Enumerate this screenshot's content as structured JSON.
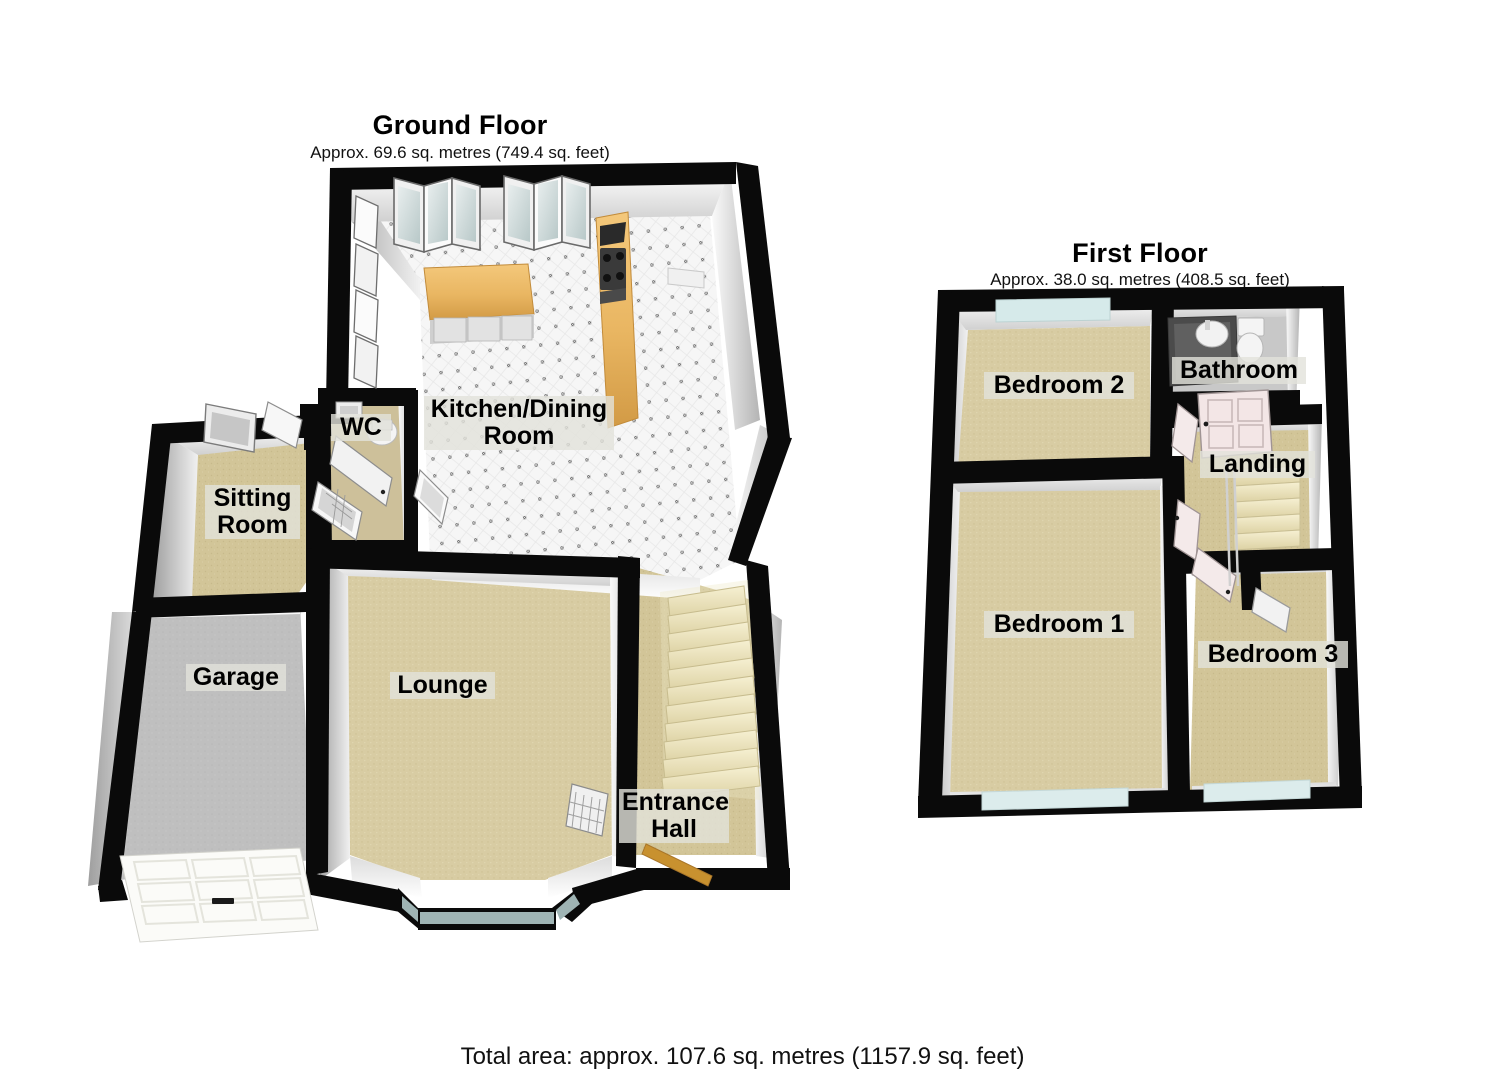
{
  "document": {
    "total_area": "Total area: approx. 107.6 sq. metres (1157.9 sq. feet)"
  },
  "ground_floor": {
    "title": "Ground Floor",
    "area": "Approx. 69.6 sq. metres (749.4 sq. feet)",
    "rooms": [
      {
        "id": "kitchen-dining",
        "label": "Kitchen/Dining\nRoom",
        "floor_color": "#f3f3f3",
        "font_size": 25
      },
      {
        "id": "wc",
        "label": "WC",
        "floor_color": "#c9bd93",
        "font_size": 25
      },
      {
        "id": "sitting-room",
        "label": "Sitting\nRoom",
        "floor_color": "#cbbf94",
        "font_size": 25
      },
      {
        "id": "garage",
        "label": "Garage",
        "floor_color": "#bcbcbc",
        "font_size": 25
      },
      {
        "id": "lounge",
        "label": "Lounge",
        "floor_color": "#cfc296",
        "font_size": 25
      },
      {
        "id": "entrance-hall",
        "label": "Entrance\nHall",
        "floor_color": "#c9bd93",
        "font_size": 25
      }
    ]
  },
  "first_floor": {
    "title": "First Floor",
    "area": "Approx. 38.0 sq. metres (408.5 sq. feet)",
    "rooms": [
      {
        "id": "bedroom-2",
        "label": "Bedroom 2",
        "floor_color": "#d6caa0",
        "font_size": 25
      },
      {
        "id": "bathroom",
        "label": "Bathroom",
        "floor_color": "#9a9a9a",
        "font_size": 25
      },
      {
        "id": "landing",
        "label": "Landing",
        "floor_color": "#cfc296",
        "font_size": 25
      },
      {
        "id": "bedroom-1",
        "label": "Bedroom 1",
        "floor_color": "#d6caa0",
        "font_size": 25
      },
      {
        "id": "bedroom-3",
        "label": "Bedroom 3",
        "floor_color": "#cfc296",
        "font_size": 25
      }
    ]
  },
  "colors": {
    "wall_outline": "#0a0a0a",
    "wall_face": "#f4f4f4",
    "wall_face_shadow": "#cfcfcf",
    "wood": "#e8b15c",
    "wood_dark": "#c98f3c",
    "stairs": "#efe6bd",
    "door_white": "#f2f0ef",
    "glass": "#c8d4d4",
    "background": "#ffffff"
  },
  "fixtures": {
    "kitchen_island": "kitchen-island",
    "kitchen_worktop": "kitchen-worktop",
    "hob": "hob",
    "bifold_doors": "bifold-doors",
    "garage_door": "garage-door",
    "bay_window": "bay-window",
    "staircase": "staircase",
    "bath": "bath",
    "toilet": "toilet",
    "basin": "basin",
    "wc_basin": "wc-basin",
    "wc_toilet": "wc-toilet",
    "radiator": "radiator",
    "window": "window"
  }
}
